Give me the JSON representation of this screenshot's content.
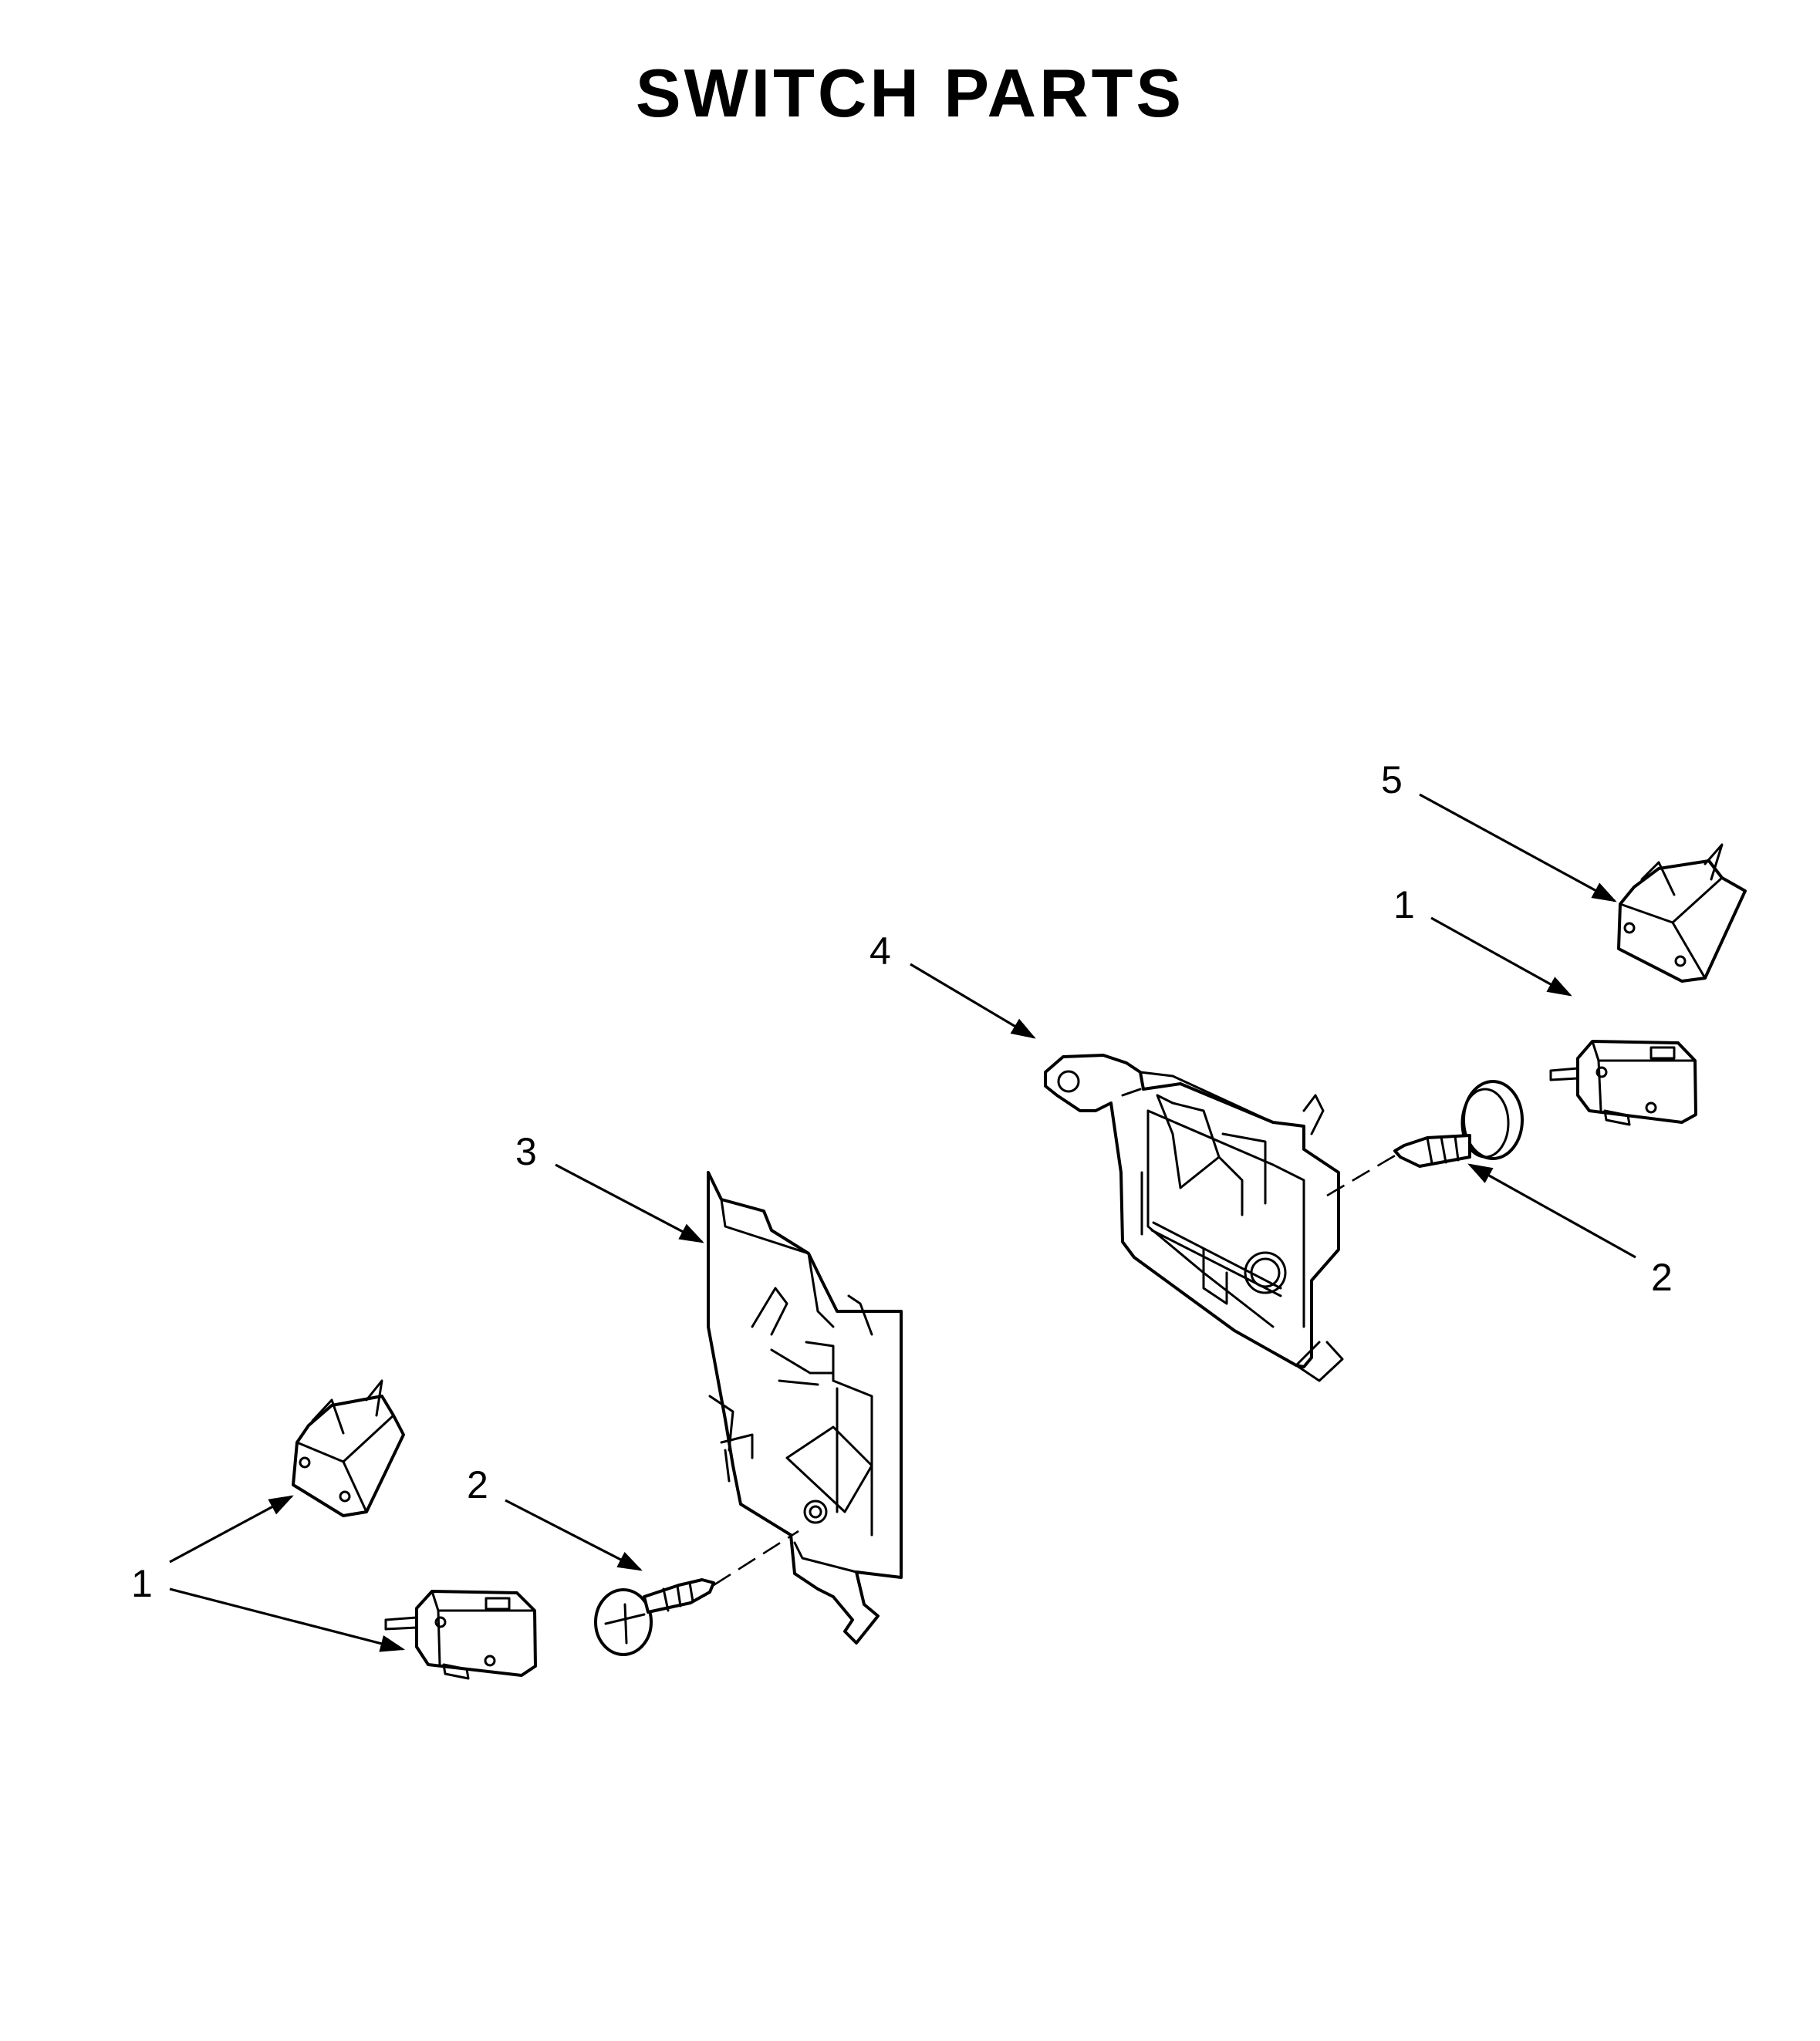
{
  "title": "SWITCH PARTS",
  "callouts": {
    "c5": "5",
    "c1_right": "1",
    "c4": "4",
    "c2_right": "2",
    "c3": "3",
    "c2_left": "2",
    "c1_left": "1"
  },
  "colors": {
    "ink": "#000000",
    "paper": "#ffffff"
  }
}
